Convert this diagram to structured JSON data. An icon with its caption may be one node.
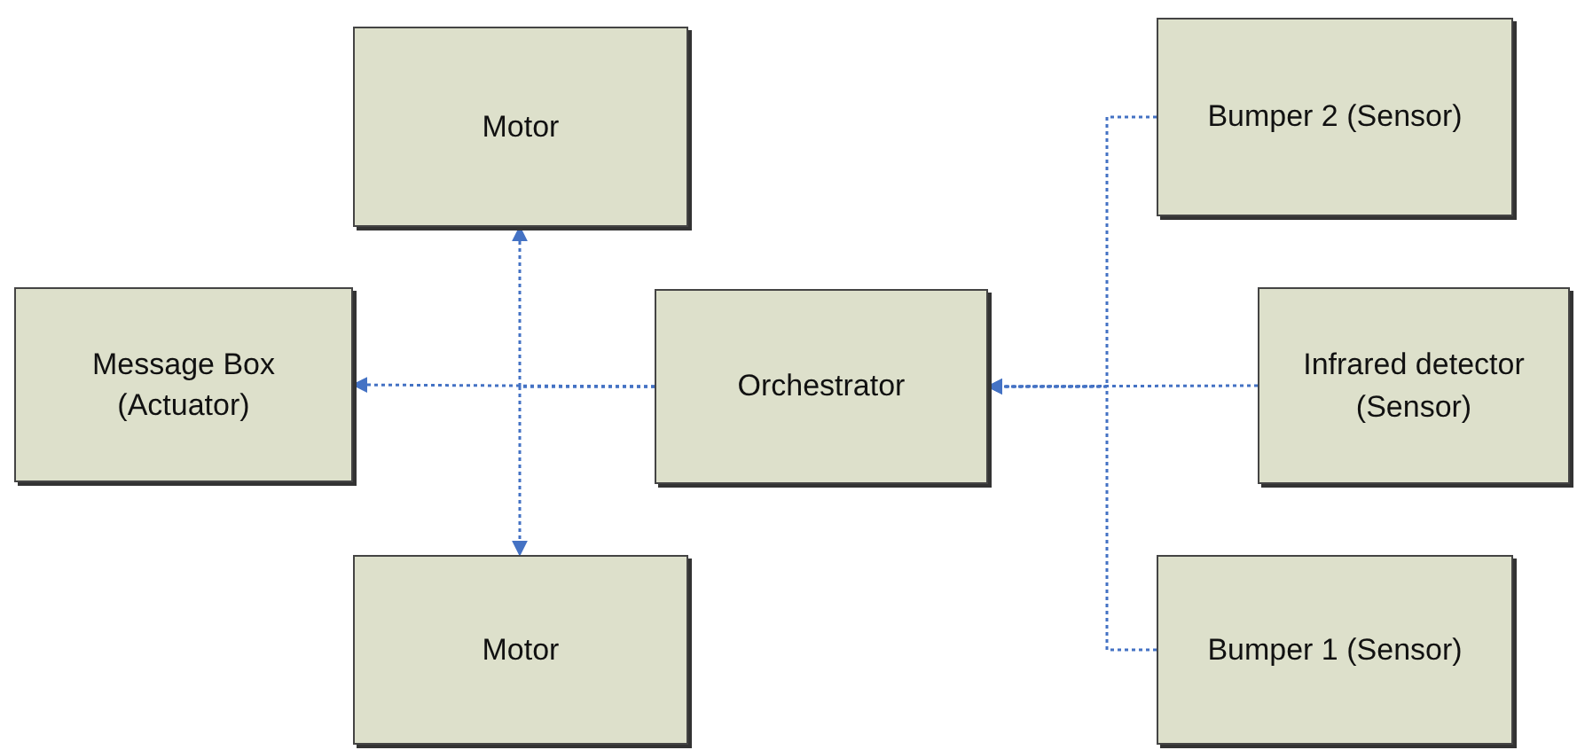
{
  "diagram": {
    "nodes": [
      {
        "text": [
          "Motor"
        ]
      },
      {
        "text": [
          "Bumper 2 (Sensor)"
        ]
      },
      {
        "text": [
          "Message Box (Actuator)"
        ]
      },
      {
        "text": [
          "Orchestrator"
        ]
      },
      {
        "text": [
          "Infrared detector (Sensor)"
        ]
      },
      {
        "text": [
          "Motor"
        ]
      },
      {
        "text": [
          "Bumper 1 (Sensor)"
        ]
      }
    ],
    "edges": [
      {
        "from": 3,
        "to": 0,
        "arrow": "to",
        "style": "dashed"
      },
      {
        "from": 3,
        "to": 2,
        "arrow": "to",
        "style": "dashed"
      },
      {
        "from": 3,
        "to": 5,
        "arrow": "to",
        "style": "dashed"
      },
      {
        "from": 1,
        "to": 3,
        "arrow": "to",
        "style": "dashed"
      },
      {
        "from": 4,
        "to": 3,
        "arrow": "to",
        "style": "dashed"
      },
      {
        "from": 6,
        "to": 3,
        "arrow": "to",
        "style": "dashed"
      }
    ]
  }
}
